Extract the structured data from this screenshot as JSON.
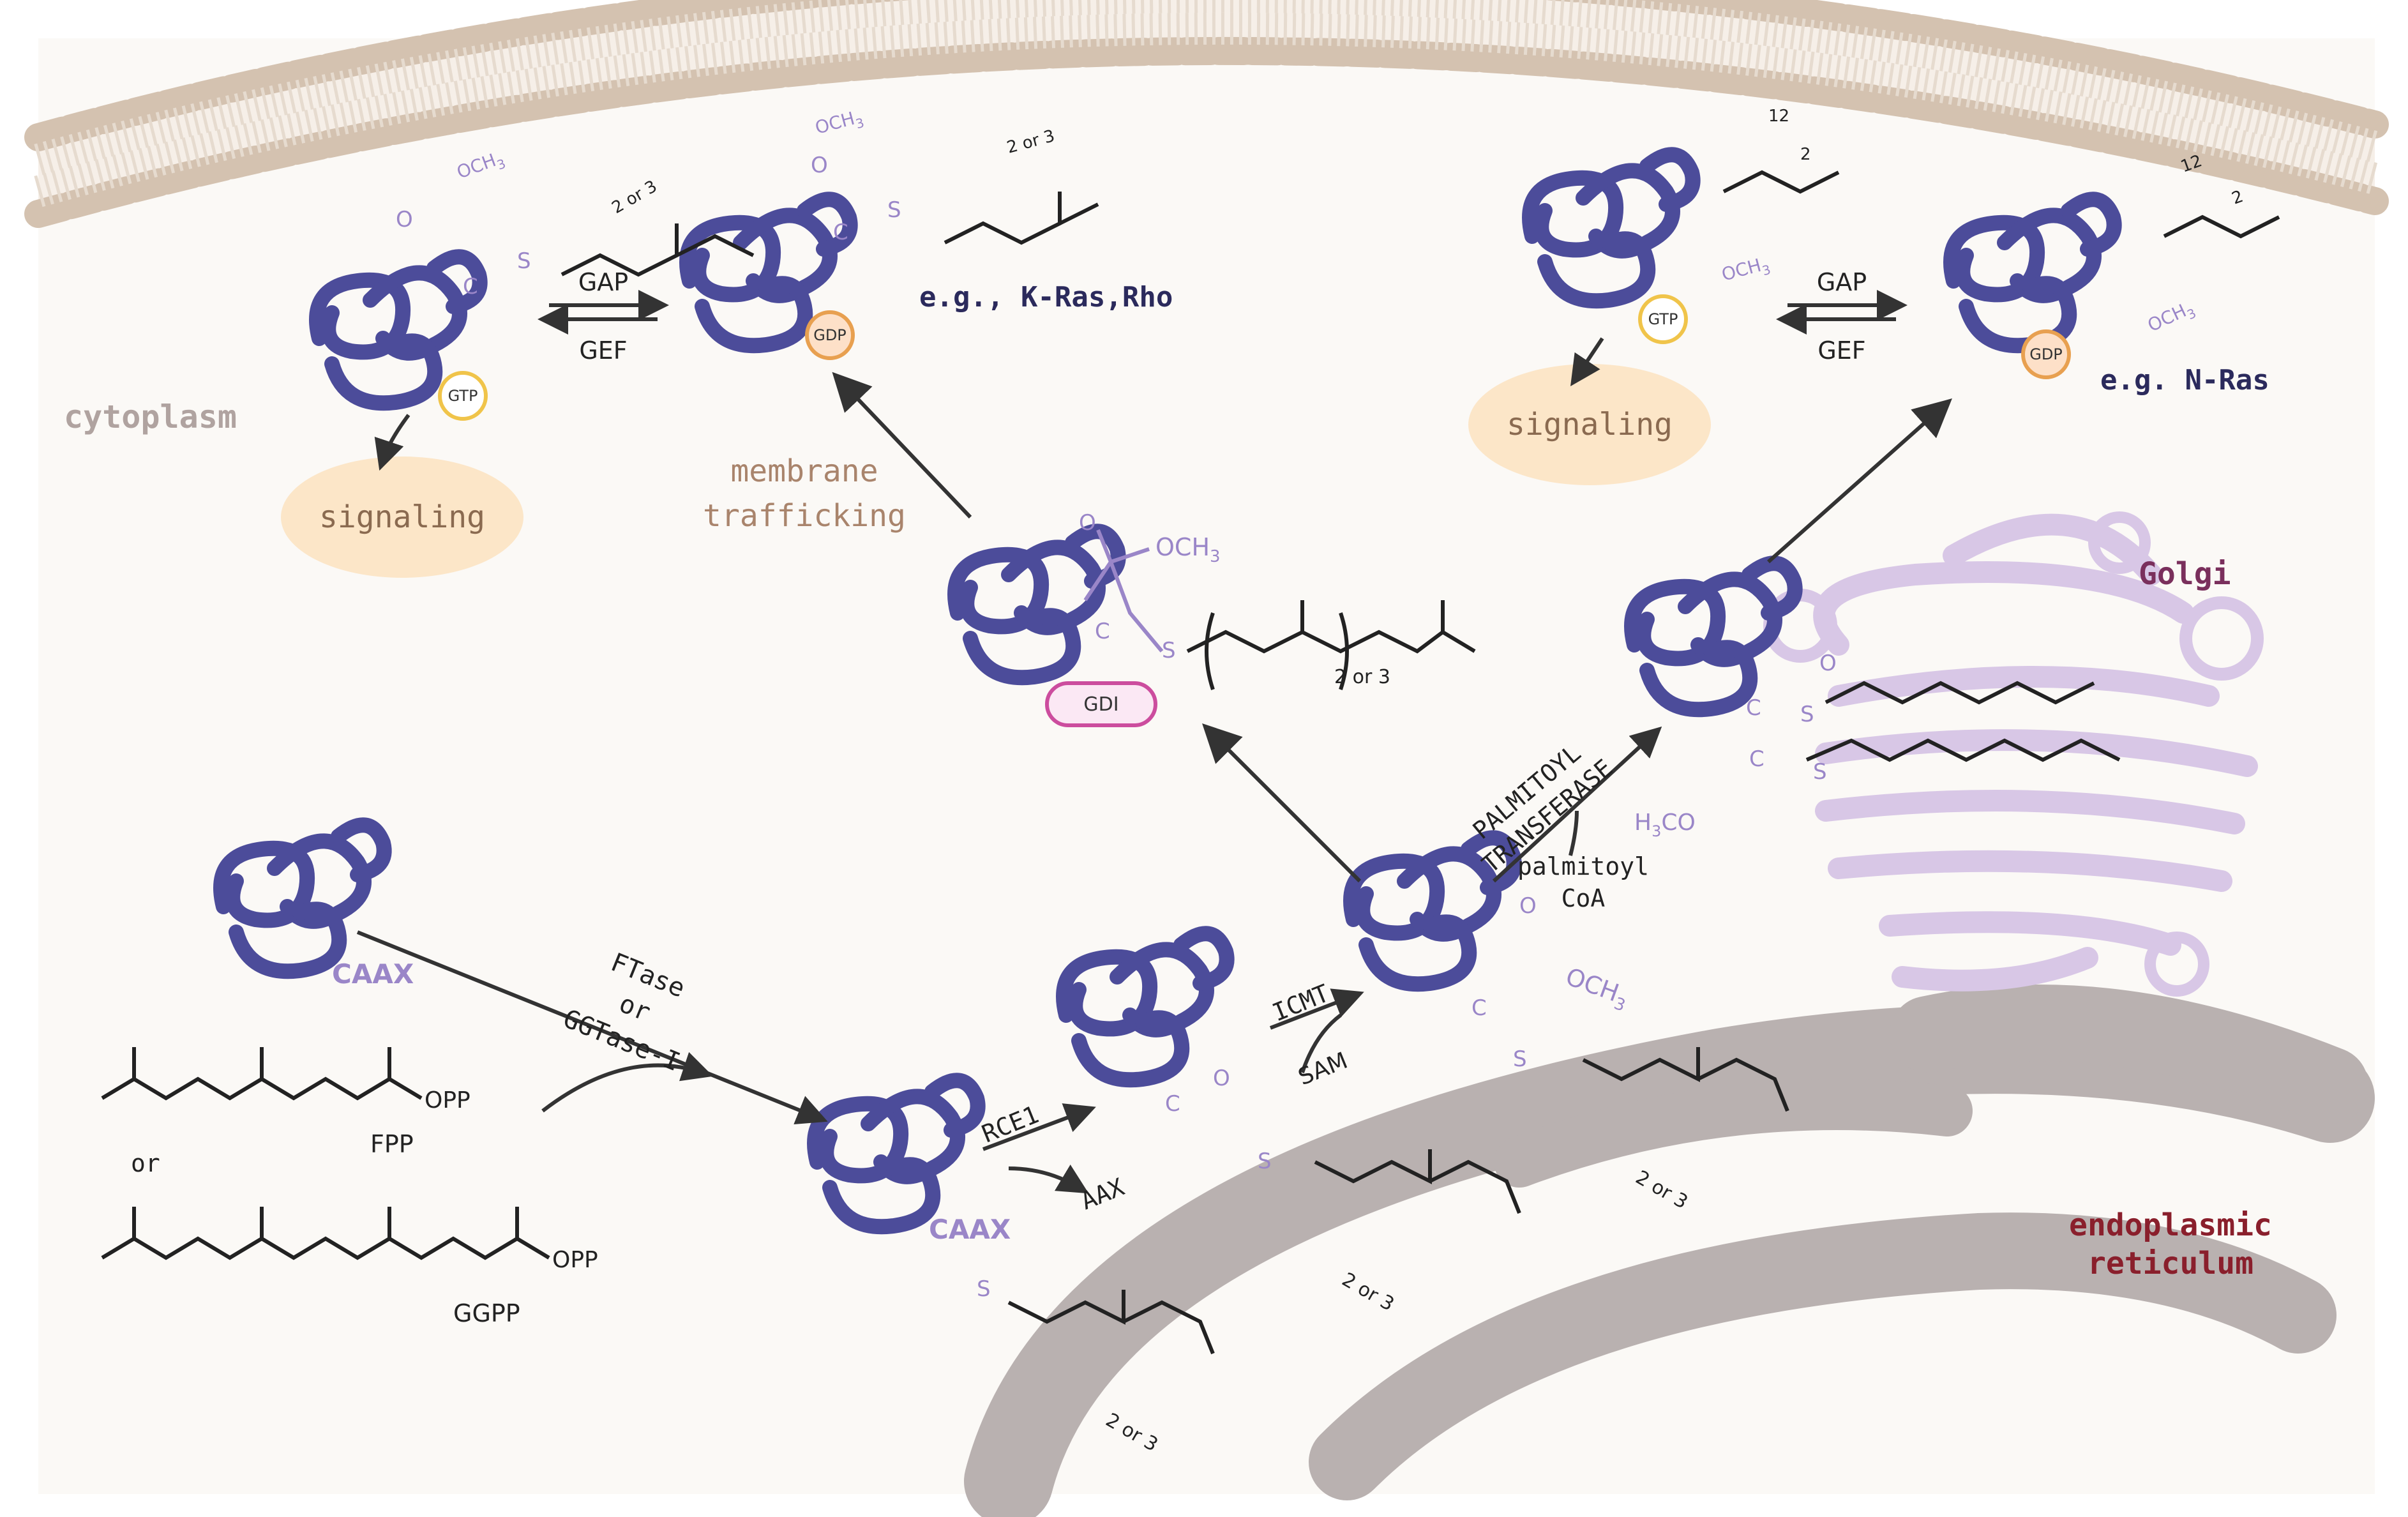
{
  "labels": {
    "cytoplasm": "cytoplasm",
    "signaling_left": "signaling",
    "signaling_right": "signaling",
    "membrane_trafficking_1": "membrane",
    "membrane_trafficking_2": "trafficking",
    "eg_kras": "e.g., K-Ras,Rho",
    "eg_nras": "e.g. N-Ras",
    "golgi": "Golgi",
    "er_1": "endoplasmic",
    "er_2": "reticulum",
    "gap_left": "GAP",
    "gef_left": "GEF",
    "gap_right": "GAP",
    "gef_right": "GEF",
    "gtp_left": "GTP",
    "gdp_left": "GDP",
    "gtp_right": "GTP",
    "gdp_right": "GDP",
    "gdi": "GDI",
    "caax_free": "CAAX",
    "caax_bound": "CAAX",
    "ftase_1": "FTase",
    "ftase_2": "or",
    "ftase_3": "GGTase-I",
    "fpp": "FPP",
    "ggpp": "GGPP",
    "or": "or",
    "opp_1": "OPP",
    "opp_2": "OPP",
    "rce1": "RCE1",
    "aax": "AAX",
    "icmt": "ICMT",
    "sam": "SAM",
    "palmitoyl_transferase_1": "PALMITOYL",
    "palmitoyl_transferase_2": "TRANSFERASE",
    "palmitoyl_coa_1": "palmitoyl",
    "palmitoyl_coa_2": "CoA",
    "och3_gdi": "OCH",
    "och3_icmt": "OCH",
    "h3co": "H",
    "h3co_rest": "CO",
    "och3_mem_left": "OCH",
    "och3_mem_kras": "OCH",
    "och3_mem_right1": "OCH",
    "och3_mem_right2": "OCH",
    "sub3": "3",
    "two_or_three": "2 or 3",
    "twelve": "12",
    "two": "2",
    "s": "S",
    "c": "C",
    "o": "O"
  },
  "colors": {
    "protein": "#4c4c9a",
    "protein_dark": "#2e2e6e",
    "chem_purple": "#9a86c8",
    "membrane": "#d4c2b0",
    "membrane_lines": "#ddd0c2",
    "er": "#b9b1b0",
    "golgi": "#d8c7e6",
    "golgi_stroke": "#cbb4dc",
    "signaling_bg": "#fbe3c0",
    "trafficking_text": "#a9846c",
    "cytoplasm_text": "#b0a3a0",
    "dark_navy": "#2b2a5c",
    "golgi_text": "#7a2f5c",
    "er_text": "#8a1f2c",
    "gdi_pink": "#cc4d9e",
    "gtp_yellow": "#f0c44a"
  }
}
